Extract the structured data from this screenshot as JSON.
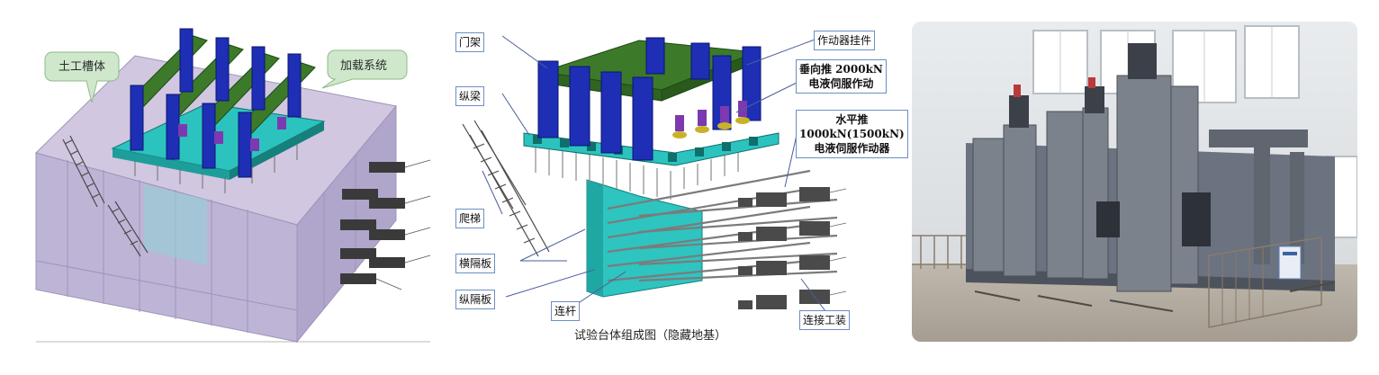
{
  "panel1": {
    "callouts": {
      "tank": "土工槽体",
      "loading": "加载系统"
    }
  },
  "panel2": {
    "labels": {
      "gantry": "门架",
      "long_beam": "纵梁",
      "ladder": "爬梯",
      "trans_plate": "横隔板",
      "long_plate": "纵隔板",
      "rod": "连杆",
      "actuator_hanger": "作动器挂件",
      "vertical_line1": "垂向推 2000kN",
      "vertical_line2": "电液伺服作动",
      "horizontal_line1": "水平推",
      "horizontal_line2": "1000kN(1500kN)",
      "horizontal_line3": "电液伺服作动器",
      "fixture": "连接工装"
    },
    "caption": "试验台体组成图（隐藏地基）"
  },
  "colors": {
    "gantry_blue": "#1e2fb5",
    "beam_green": "#3c7a2a",
    "platform_teal": "#2cc3bf",
    "tank_purple": "#a99ac4",
    "actuator_purple": "#7d39b0",
    "label_border": "#6a8fc4",
    "callout_green": "#cfe8cc",
    "steel_gray": "#5d6470"
  }
}
